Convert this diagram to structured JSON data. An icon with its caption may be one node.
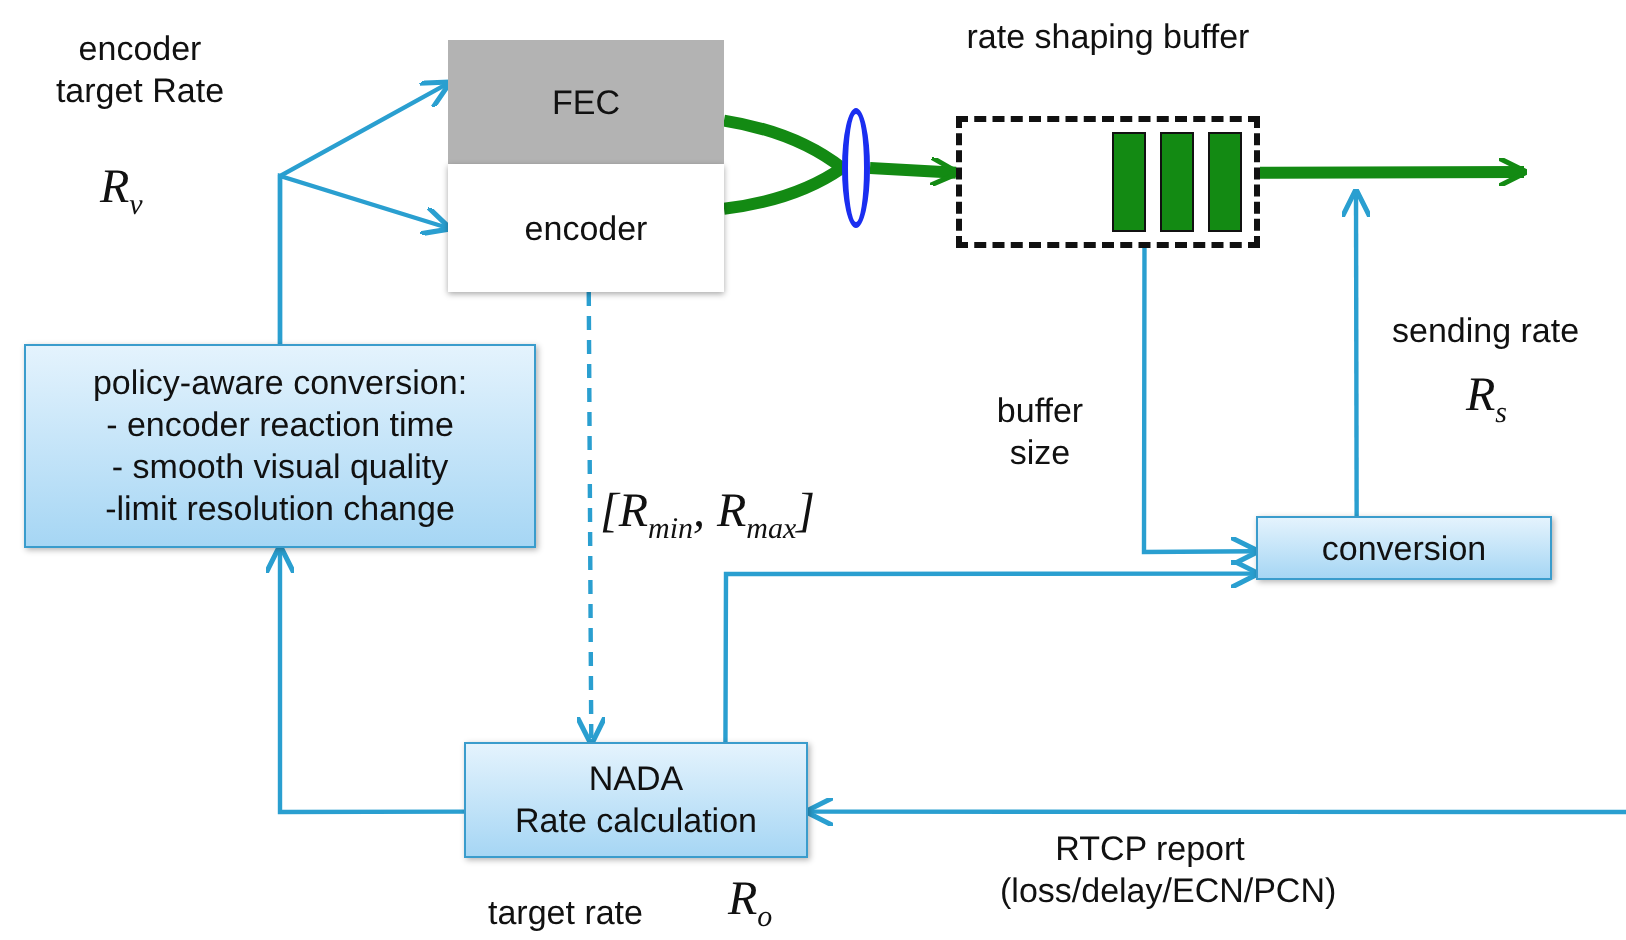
{
  "diagram": {
    "nodes": [
      {
        "text": [
          "FEC"
        ]
      },
      {
        "text": [
          "encoder"
        ]
      },
      {
        "text": [
          "rate shaping buffer"
        ]
      },
      {
        "text": [
          "policy-aware conversion:",
          "- encoder reaction time",
          "- smooth visual quality",
          "-limit resolution change"
        ]
      },
      {
        "text": [
          "conversion"
        ]
      },
      {
        "text": [
          "NADA",
          "Rate calculation"
        ],
        "beside": [
          "target rate",
          "R$_{o}$"
        ]
      },
      {
        "text": [],
        "shape": "ellipse"
      },
      {
        "text": [],
        "shape": "bar",
        "in": 2
      },
      {
        "text": [],
        "shape": "bar",
        "in": 2
      },
      {
        "text": [],
        "shape": "bar",
        "in": 2
      }
    ],
    "edges": [
      {
        "from": 3,
        "to": 0,
        "arrow": "to"
      },
      {
        "from": 3,
        "to": 1,
        "arrow": "to"
      },
      {
        "from": 1,
        "to": 5,
        "arrow": "to",
        "style": "dashed",
        "label": "[R$_{min}$, R$_{max}$]"
      },
      {
        "from": 5,
        "to": 3,
        "arrow": "to"
      },
      {
        "from": 5,
        "to": 4,
        "arrow": "to"
      },
      {
        "from": null,
        "to": 5,
        "arrow": "to",
        "label": "RTCP report (loss/delay/ECN/PCN)"
      },
      {
        "from": 0,
        "to": 6,
        "arrow": "none",
        "style": "thick",
        "color": "#138a13"
      },
      {
        "from": 1,
        "to": 6,
        "arrow": "none",
        "style": "thick",
        "color": "#138a13"
      },
      {
        "from": 6,
        "to": 2,
        "arrow": "to",
        "style": "thick",
        "color": "#138a13"
      },
      {
        "from": 2,
        "to": 4,
        "arrow": "to"
      },
      {
        "from": 4,
        "to": null,
        "arrow": "to"
      },
      {
        "from": 2,
        "to": null,
        "arrow": "to",
        "style": "thick",
        "color": "#138a13"
      }
    ],
    "labels": [
      "encoder target Rate",
      "R$_{v}$",
      "buffer size",
      "sending rate",
      "R$_{s}$"
    ]
  }
}
